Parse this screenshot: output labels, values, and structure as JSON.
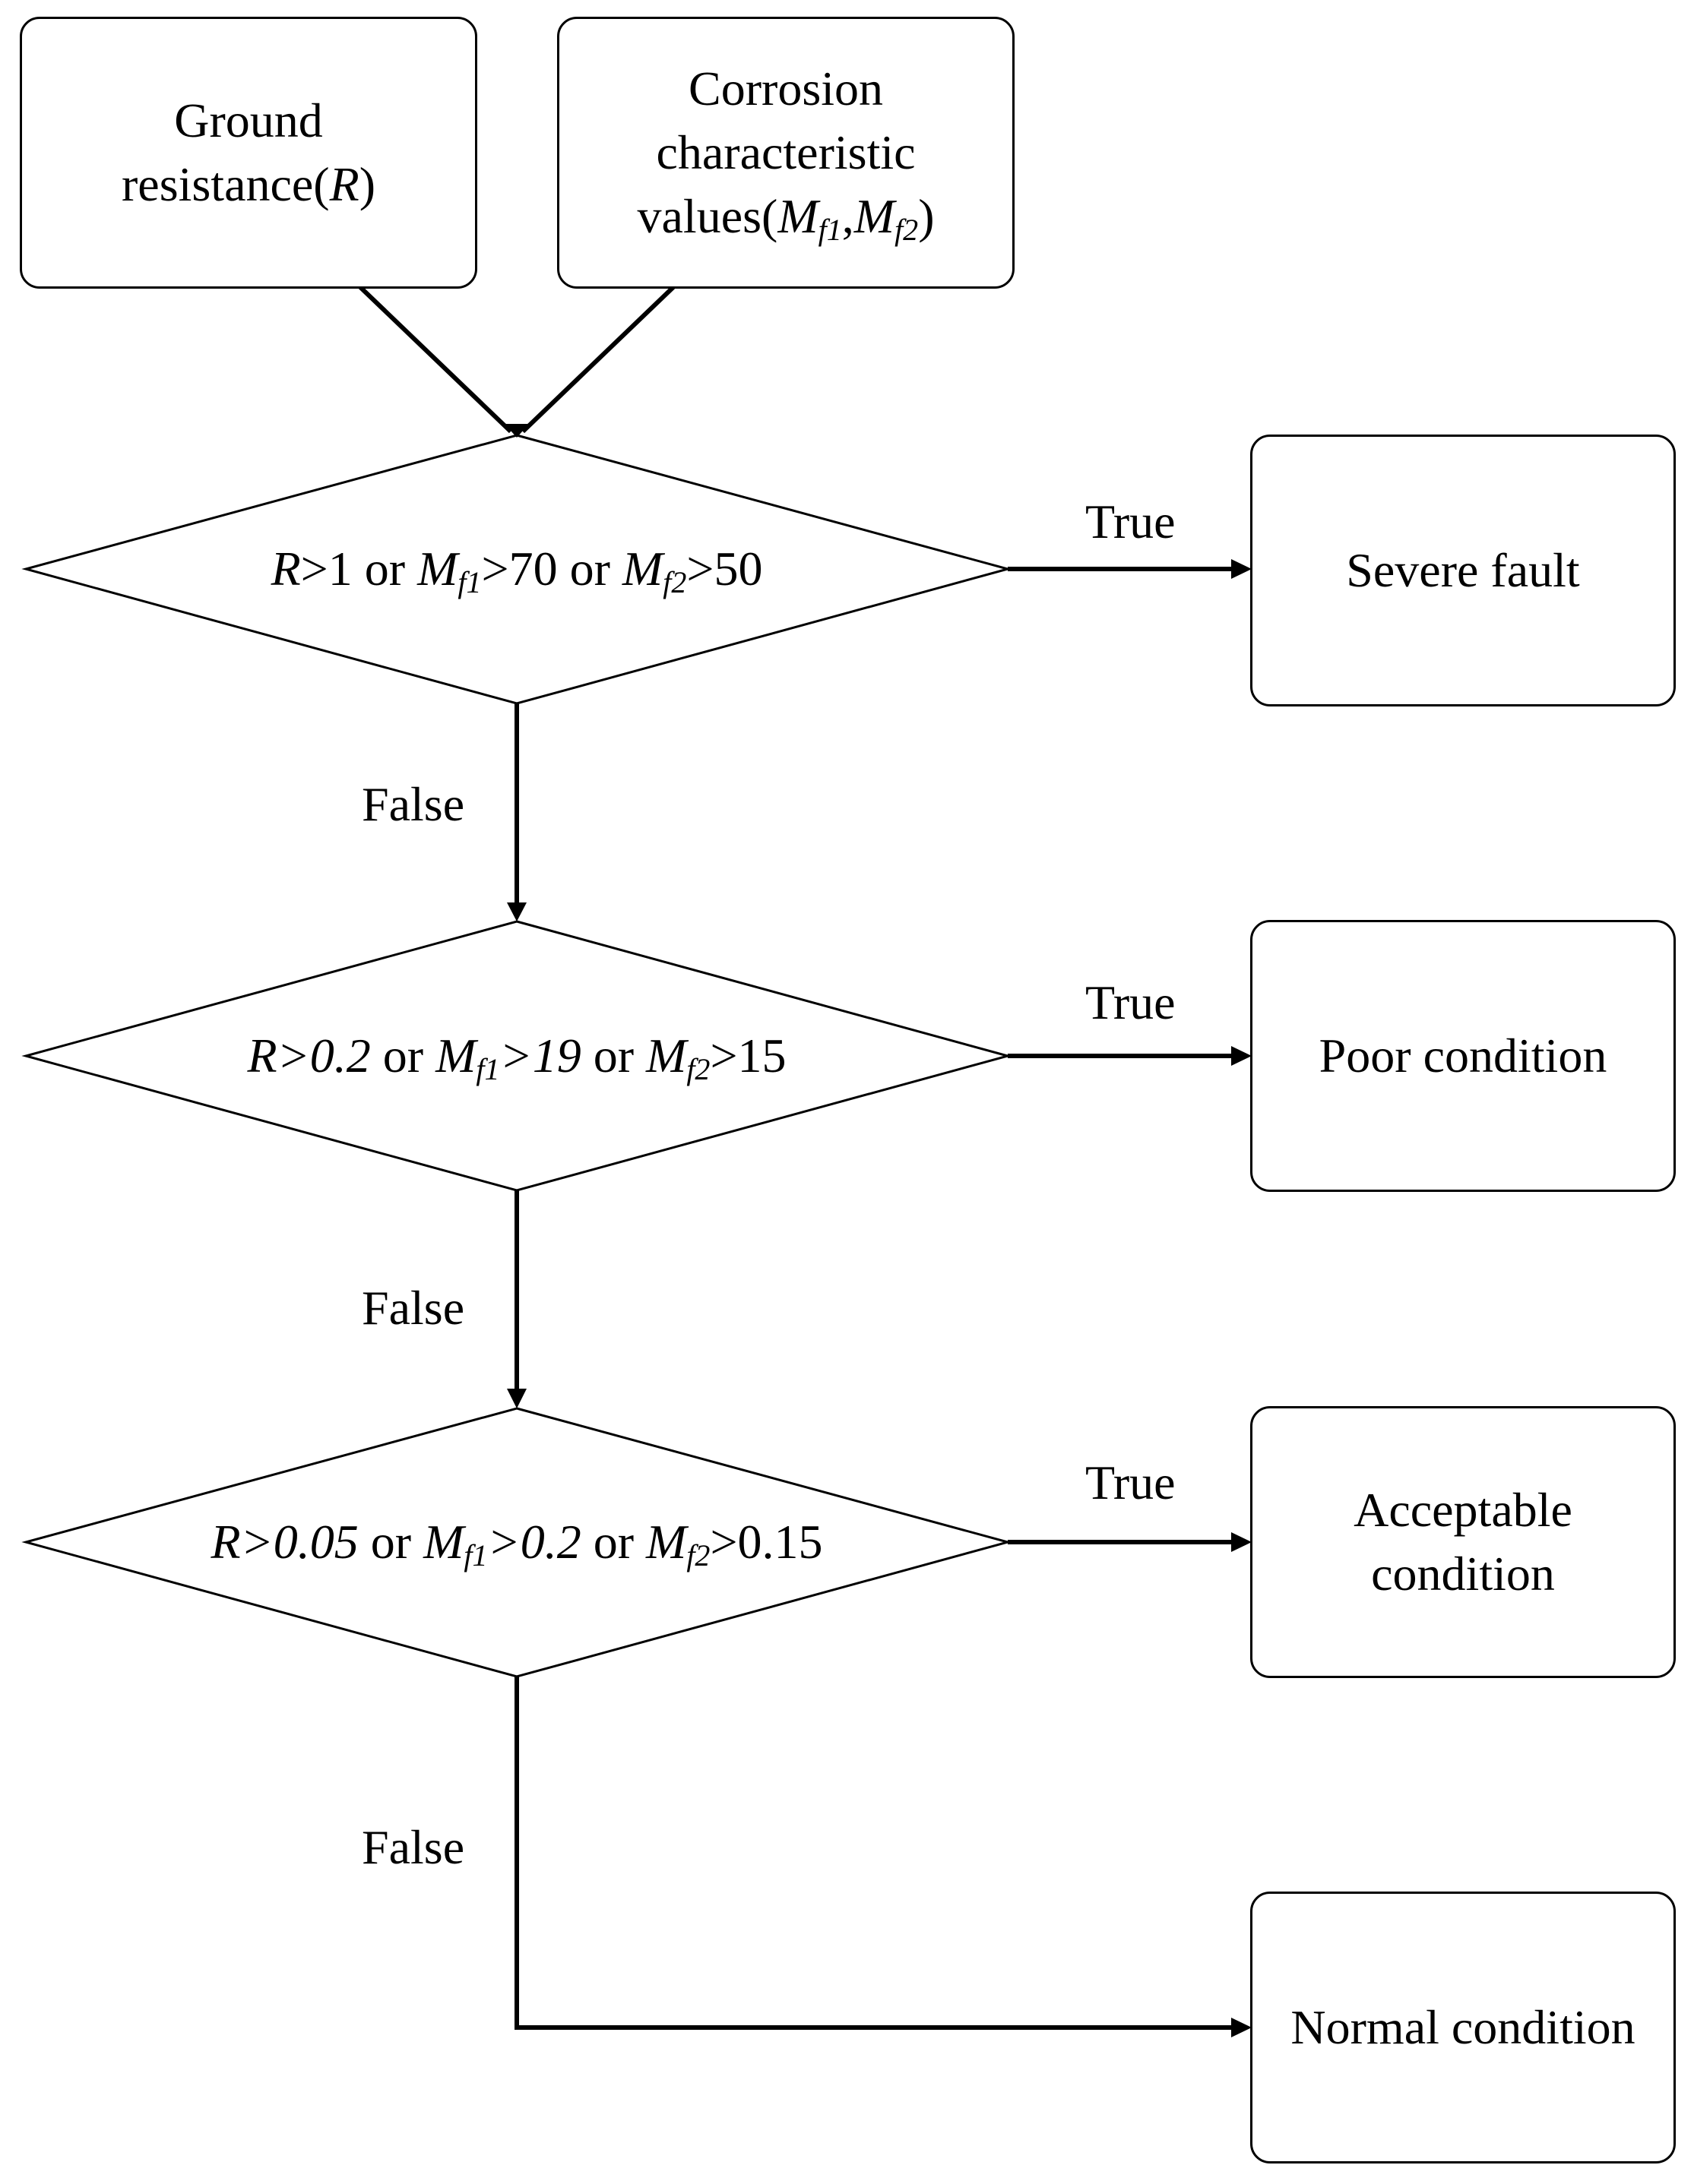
{
  "inputs": {
    "ground": {
      "line1": "Ground",
      "line2_text": "resistance(",
      "line2_var": "R",
      "line2_close": ")"
    },
    "corrosion": {
      "line1": "Corrosion",
      "line2": "characteristic",
      "line3_text": "values(",
      "m": "M",
      "sub1": "f1",
      "sep": ",",
      "sub2": "f2",
      "close": ")"
    }
  },
  "decisions": [
    {
      "r": "R",
      "r_op": ">1",
      "or1": " or ",
      "m": "M",
      "sub1": "f1",
      "m1_op": ">70",
      "or2": " or ",
      "sub2": "f2",
      "m2_op": ">50"
    },
    {
      "r": "R",
      "r_op": ">0.2",
      "or1": " or ",
      "m": "M",
      "sub1": "f1",
      "m1_op": ">19",
      "or2": " or ",
      "sub2": "f2",
      "m2_op": ">15"
    },
    {
      "r": "R",
      "r_op": ">0.05",
      "or1": " or ",
      "m": "M",
      "sub1": "f1",
      "m1_op": ">0.2",
      "or2": " or ",
      "sub2": "f2",
      "m2_op": ">0.15"
    }
  ],
  "outcomes": {
    "severe": "Severe fault",
    "poor": "Poor condition",
    "acceptable_line1": "Acceptable",
    "acceptable_line2": "condition",
    "normal": "Normal condition"
  },
  "branch_labels": {
    "true": "True",
    "false": "False"
  }
}
